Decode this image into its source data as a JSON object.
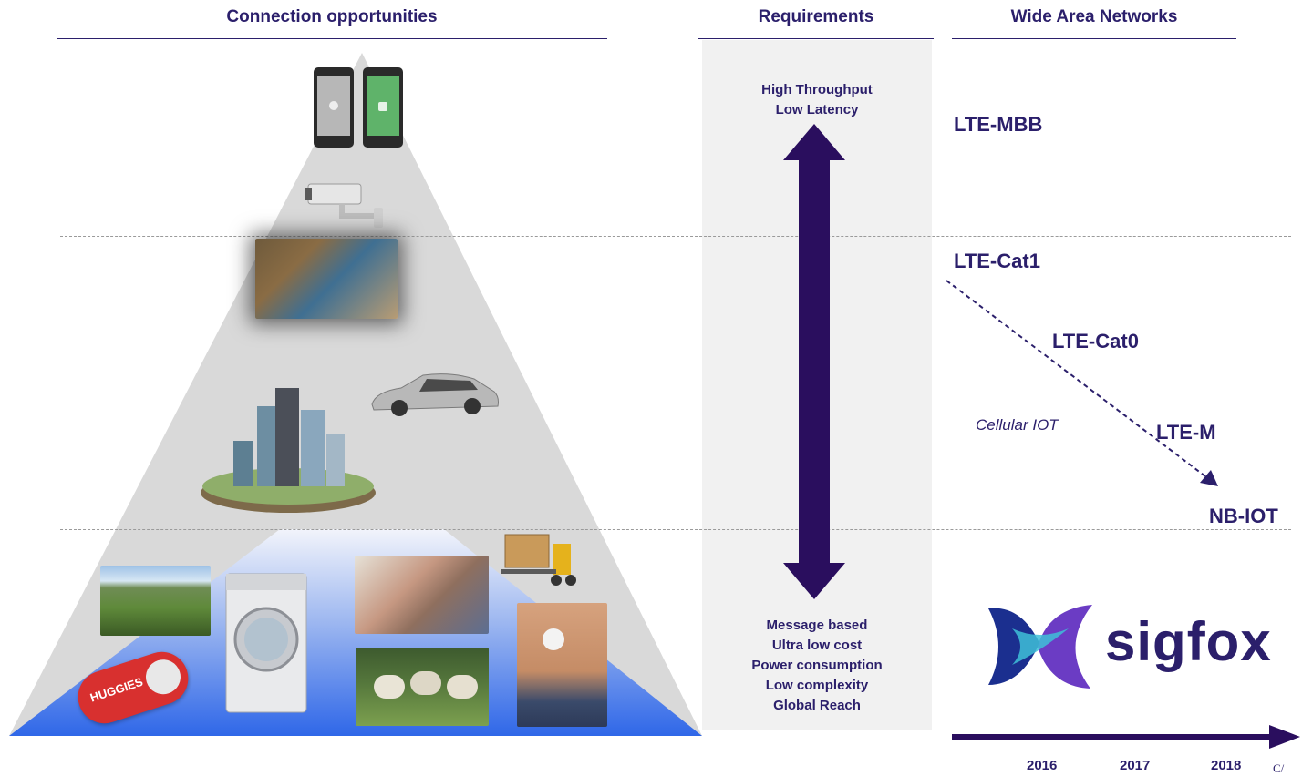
{
  "headers": {
    "connection": "Connection opportunities",
    "requirements": "Requirements",
    "wan": "Wide Area Networks"
  },
  "requirements": {
    "top": [
      "High Throughput",
      "Low Latency"
    ],
    "bottom": [
      "Message based",
      "Ultra low cost",
      "Power consumption",
      "Low complexity",
      "Global Reach"
    ]
  },
  "networks": {
    "mbb": "LTE-MBB",
    "cat1": "LTE-Cat1",
    "cat0": "LTE-Cat0",
    "ltem": "LTE-M",
    "nbiot": "NB-IOT",
    "cellular_iot": "Cellular IOT"
  },
  "sigfox": {
    "label": "sigfox"
  },
  "timeline": {
    "years": [
      "2016",
      "2017",
      "2018"
    ],
    "trailing": "C/"
  },
  "pyramid_items": {
    "huggies": "HUGGIES"
  },
  "colors": {
    "navy": "#2b1f6b",
    "pyramid_gray": "#d9d9d9",
    "pyramid_blue": "#2f67e8",
    "panel_gray": "#f1f1f1"
  }
}
